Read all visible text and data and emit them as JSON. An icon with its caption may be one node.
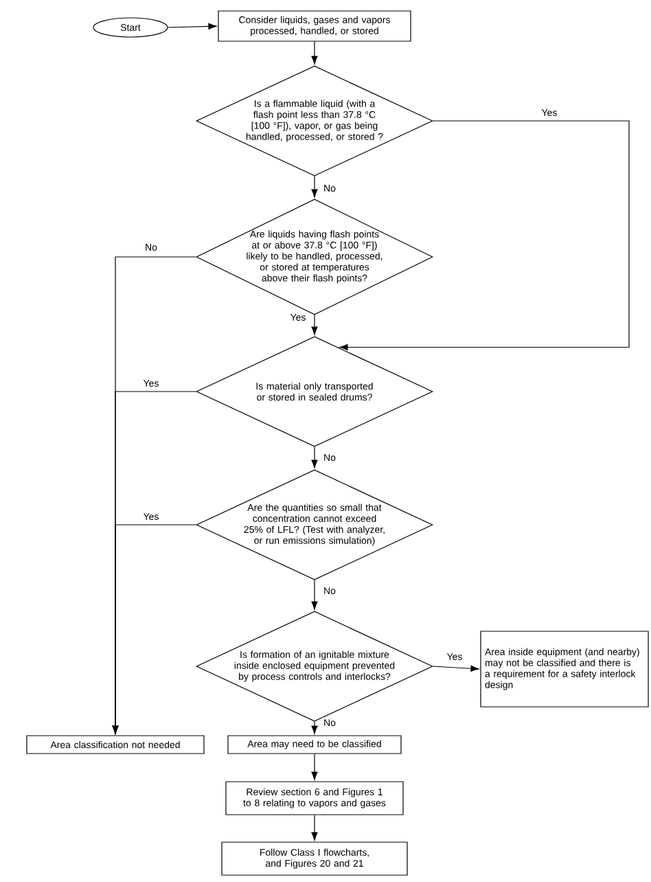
{
  "diagram": {
    "nodes": [
      {
        "text": [
          "Start"
        ]
      },
      {
        "text": [
          "Consider liquids, gases and vapors processed, handled, or stored"
        ]
      },
      {
        "text": [
          "Is a flammable liquid (with a flash point less than 37.8 °C [100 °F]), vapor, or gas being handled, processed, or stored ?"
        ]
      },
      {
        "text": [
          "Are liquids having flash points at or above 37.8 °C [100 °F]) likely to be handled, processed, or stored at temperatures above their flash points?"
        ]
      },
      {
        "text": [
          "Is material only transported or stored in sealed drums?"
        ]
      },
      {
        "text": [
          "Are the quantities so small that concentration cannot exceed 25% of LFL? (Test with analyzer, or run emissions simulation)"
        ]
      },
      {
        "text": [
          "Is formation of an ignitable mixture inside enclosed equipment prevented by process controls and interlocks?"
        ]
      },
      {
        "text": [
          "Area inside equipment (and nearby) may not be classified and there is a requirement for a safety interlock design"
        ]
      },
      {
        "text": [
          "Area classification not needed"
        ]
      },
      {
        "text": [
          "Area may need to be classified"
        ]
      },
      {
        "text": [
          "Review section 6 and Figures 1 to 8 relating to vapors and gases"
        ]
      },
      {
        "text": [
          "Follow Class I flowcharts, and Figures 20 and 21"
        ]
      }
    ],
    "edges": [
      {
        "from": 0,
        "to": 1,
        "arrow": "to"
      },
      {
        "from": 1,
        "to": 2,
        "arrow": "to"
      },
      {
        "from": 2,
        "to": 3,
        "arrow": "to",
        "label": "No"
      },
      {
        "from": 2,
        "to": 4,
        "arrow": "to",
        "label": "Yes"
      },
      {
        "from": 3,
        "to": 4,
        "arrow": "to",
        "label": "Yes"
      },
      {
        "from": 3,
        "to": 8,
        "arrow": "to",
        "label": "No"
      },
      {
        "from": 4,
        "to": 8,
        "arrow": "to",
        "label": "Yes"
      },
      {
        "from": 4,
        "to": 5,
        "arrow": "to",
        "label": "No"
      },
      {
        "from": 5,
        "to": 8,
        "arrow": "to",
        "label": "Yes"
      },
      {
        "from": 5,
        "to": 6,
        "arrow": "to",
        "label": "No"
      },
      {
        "from": 6,
        "to": 7,
        "arrow": "to",
        "label": "Yes"
      },
      {
        "from": 6,
        "to": 9,
        "arrow": "to",
        "label": "No"
      },
      {
        "from": 9,
        "to": 10,
        "arrow": "to"
      },
      {
        "from": 10,
        "to": 11,
        "arrow": "to"
      }
    ]
  }
}
